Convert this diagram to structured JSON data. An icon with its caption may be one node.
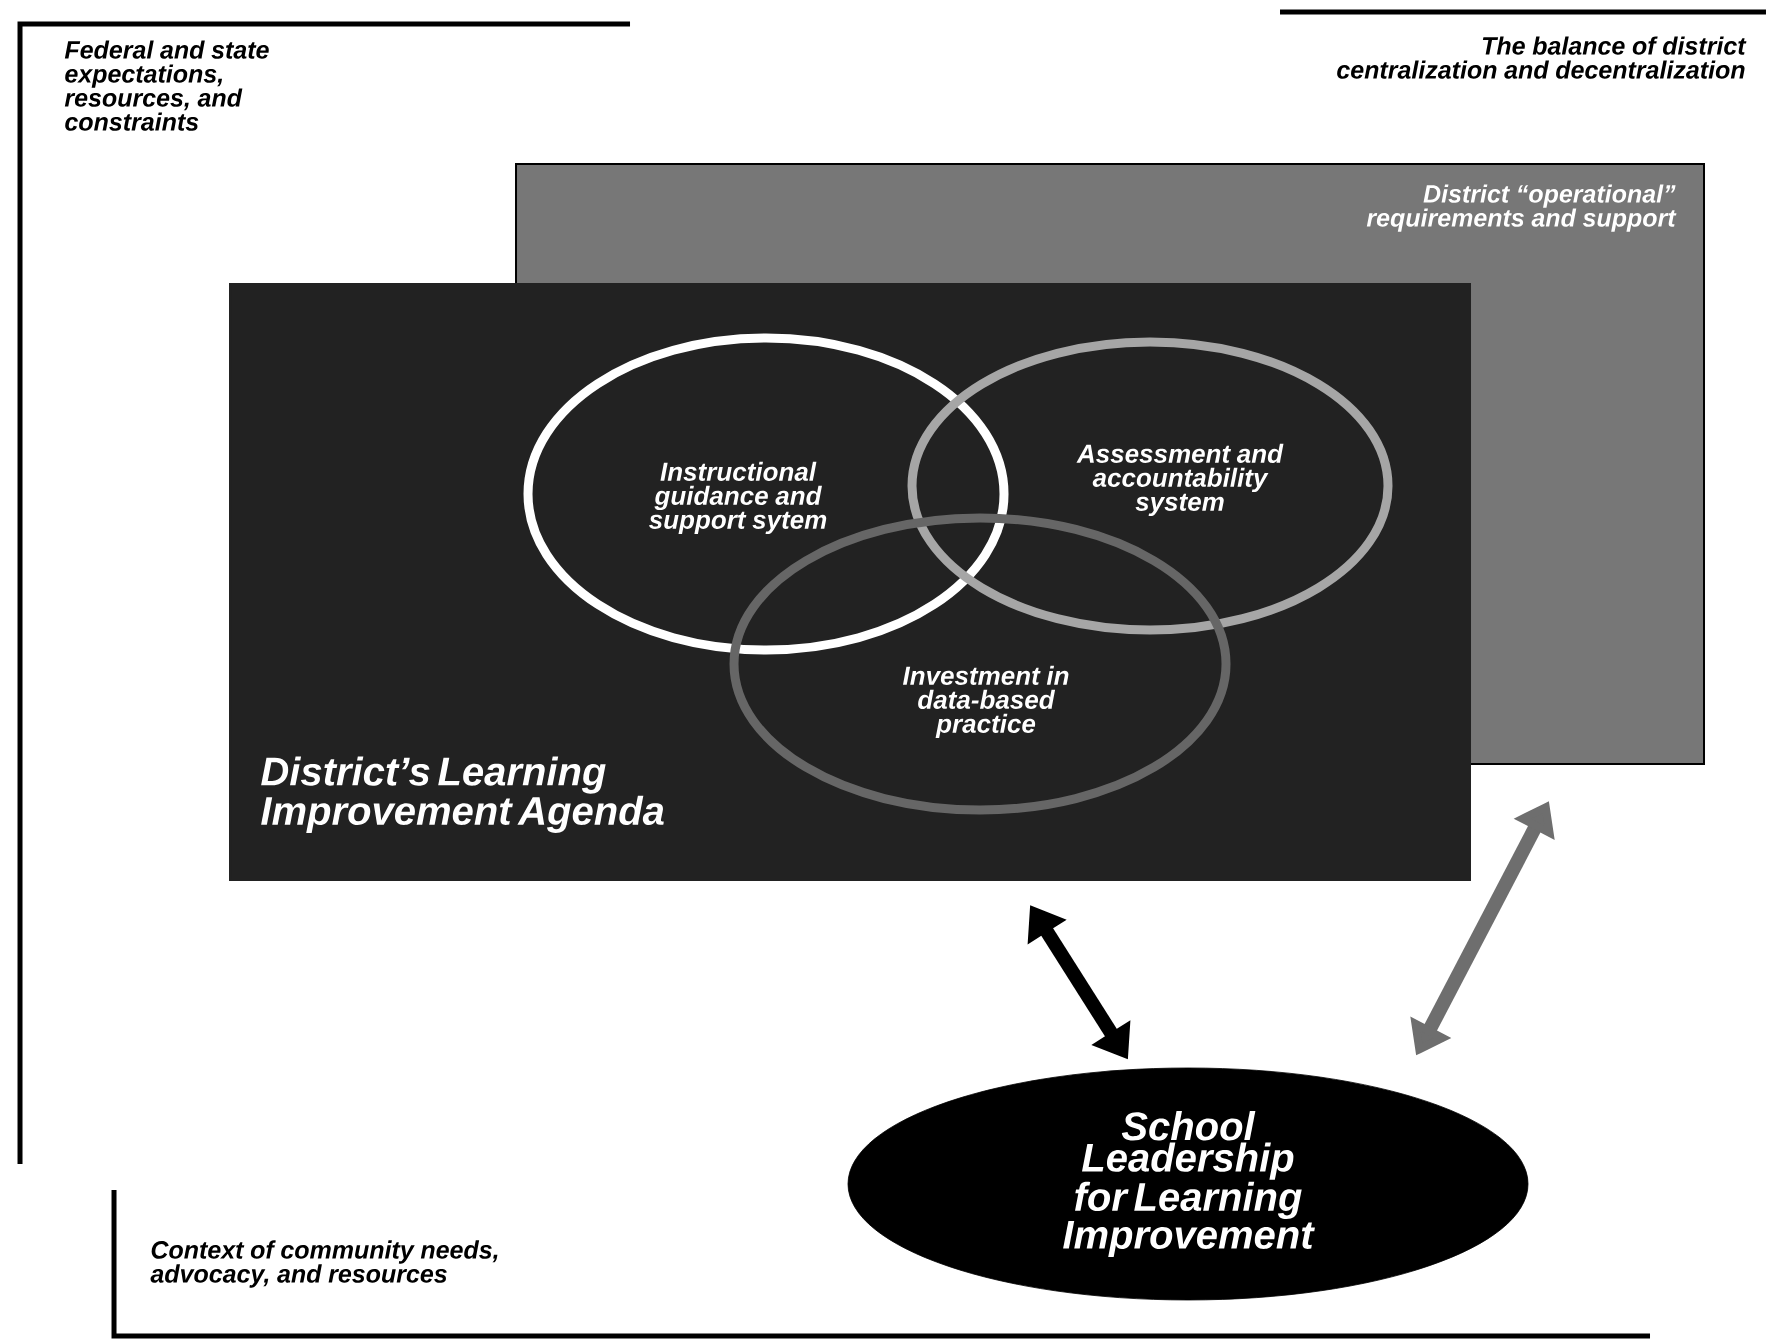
{
  "diagram": {
    "nodes": [
      {
        "text": [
          "District “operational” requirements and support"
        ]
      },
      {
        "text": [
          "District’s Learning Improvement Agenda"
        ]
      },
      {
        "text": [
          "Instructional guidance and support sytem"
        ]
      },
      {
        "text": [
          "Assessment and accountability system"
        ]
      },
      {
        "text": [
          "Investment in data-based practice"
        ]
      },
      {
        "text": [
          "School Leadership for Learning Improvement"
        ]
      }
    ],
    "edges": [
      {
        "from": 1,
        "to": 5,
        "arrow": "both"
      },
      {
        "from": 0,
        "to": 5,
        "arrow": "both",
        "color": "#6e6e6e"
      }
    ],
    "labels": [
      "Federal and state expectations, resources, and constraints",
      "The balance of district centralization and decentralization",
      "Context of community needs, advocacy, and resources"
    ]
  }
}
